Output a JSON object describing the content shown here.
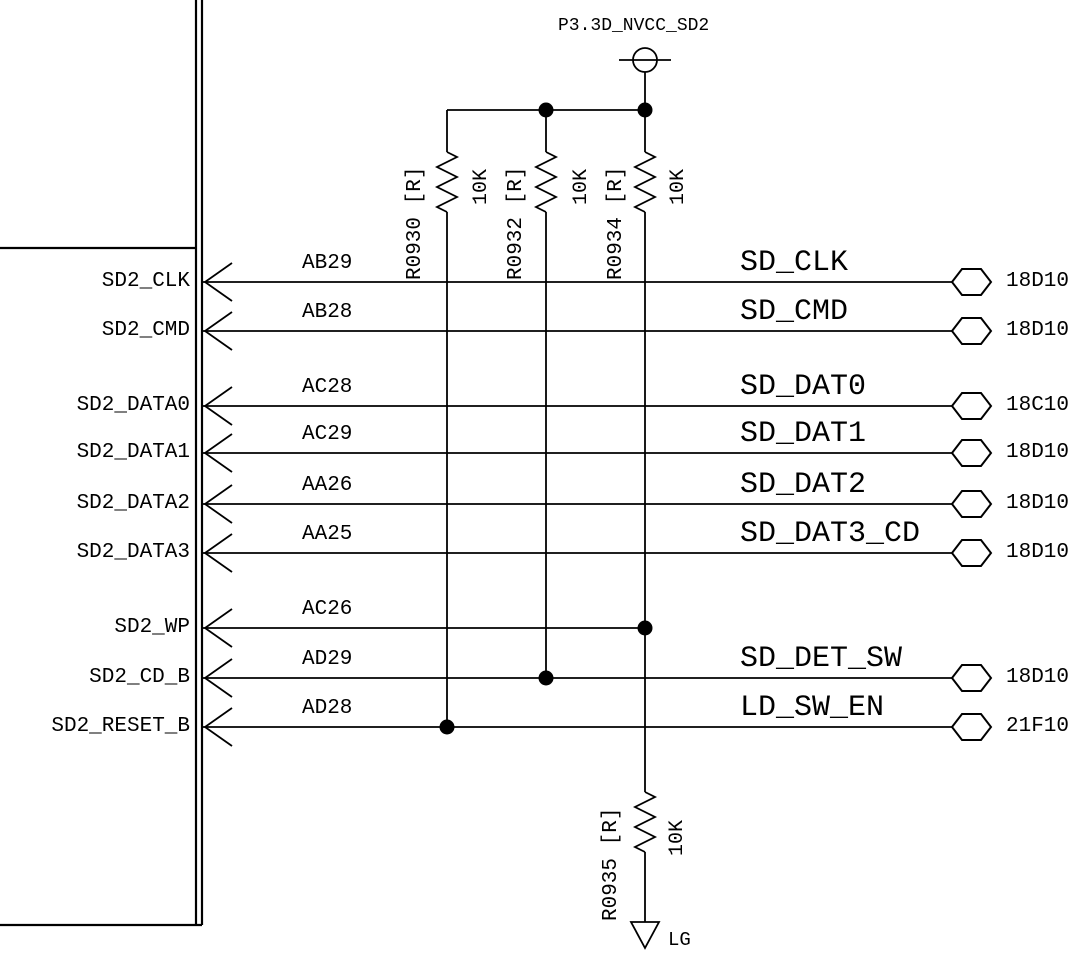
{
  "power_rail": {
    "net_name": "P3.3D_NVCC_SD2"
  },
  "ic_pins": [
    {
      "pin_name": "SD2_CLK",
      "pin_number": "AB29",
      "net_name": "SD_CLK",
      "off_page_ref": "18D10"
    },
    {
      "pin_name": "SD2_CMD",
      "pin_number": "AB28",
      "net_name": "SD_CMD",
      "off_page_ref": "18D10"
    },
    {
      "pin_name": "SD2_DATA0",
      "pin_number": "AC28",
      "net_name": "SD_DAT0",
      "off_page_ref": "18C10"
    },
    {
      "pin_name": "SD2_DATA1",
      "pin_number": "AC29",
      "net_name": "SD_DAT1",
      "off_page_ref": "18D10"
    },
    {
      "pin_name": "SD2_DATA2",
      "pin_number": "AA26",
      "net_name": "SD_DAT2",
      "off_page_ref": "18D10"
    },
    {
      "pin_name": "SD2_DATA3",
      "pin_number": "AA25",
      "net_name": "SD_DAT3_CD",
      "off_page_ref": "18D10"
    },
    {
      "pin_name": "SD2_WP",
      "pin_number": "AC26"
    },
    {
      "pin_name": "SD2_CD_B",
      "pin_number": "AD29",
      "net_name": "SD_DET_SW",
      "off_page_ref": "18D10"
    },
    {
      "pin_name": "SD2_RESET_B",
      "pin_number": "AD28",
      "net_name": "LD_SW_EN",
      "off_page_ref": "21F10"
    }
  ],
  "resistors": [
    {
      "refdes": "R0930",
      "type_code": "[R]",
      "value": "10K"
    },
    {
      "refdes": "R0932",
      "type_code": "[R]",
      "value": "10K"
    },
    {
      "refdes": "R0934",
      "type_code": "[R]",
      "value": "10K"
    },
    {
      "refdes": "R0935",
      "type_code": "[R]",
      "value": "10K"
    }
  ],
  "ground": {
    "label": "LG"
  },
  "colors": {
    "line": "#000000",
    "background": "#ffffff",
    "text": "#000000"
  }
}
